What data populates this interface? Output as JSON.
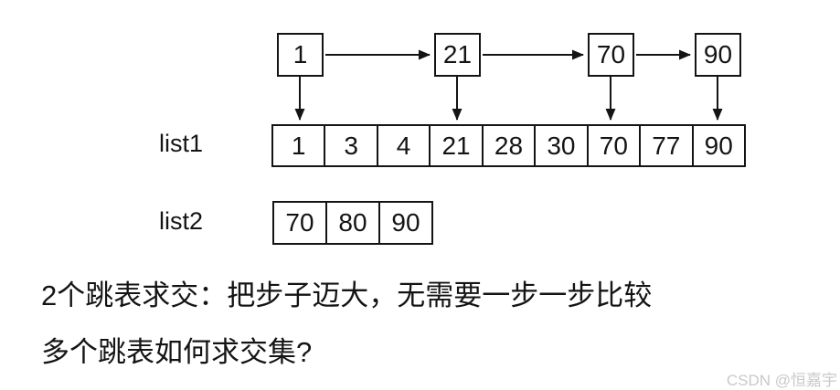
{
  "diagram": {
    "top_nodes": [
      "1",
      "21",
      "70",
      "90"
    ],
    "rows": [
      {
        "label": "list1",
        "cells": [
          "1",
          "3",
          "4",
          "21",
          "28",
          "30",
          "70",
          "77",
          "90"
        ]
      },
      {
        "label": "list2",
        "cells": [
          "70",
          "80",
          "90"
        ]
      }
    ],
    "links": {
      "horizontal": [
        "1→21",
        "21→70",
        "70→90"
      ],
      "down": [
        "1→list1:1",
        "21→list1:21",
        "70→list1:70",
        "90→list1:90"
      ]
    }
  },
  "notes": {
    "line1": "2个跳表求交：把步子迈大，无需要一步一步比较",
    "line2": "多个跳表如何求交集?"
  },
  "watermark": {
    "text": "CSDN @恒嘉宇"
  },
  "colors": {
    "ink": "#141414",
    "watermark": "#c9c9c9",
    "background": "#ffffff"
  }
}
